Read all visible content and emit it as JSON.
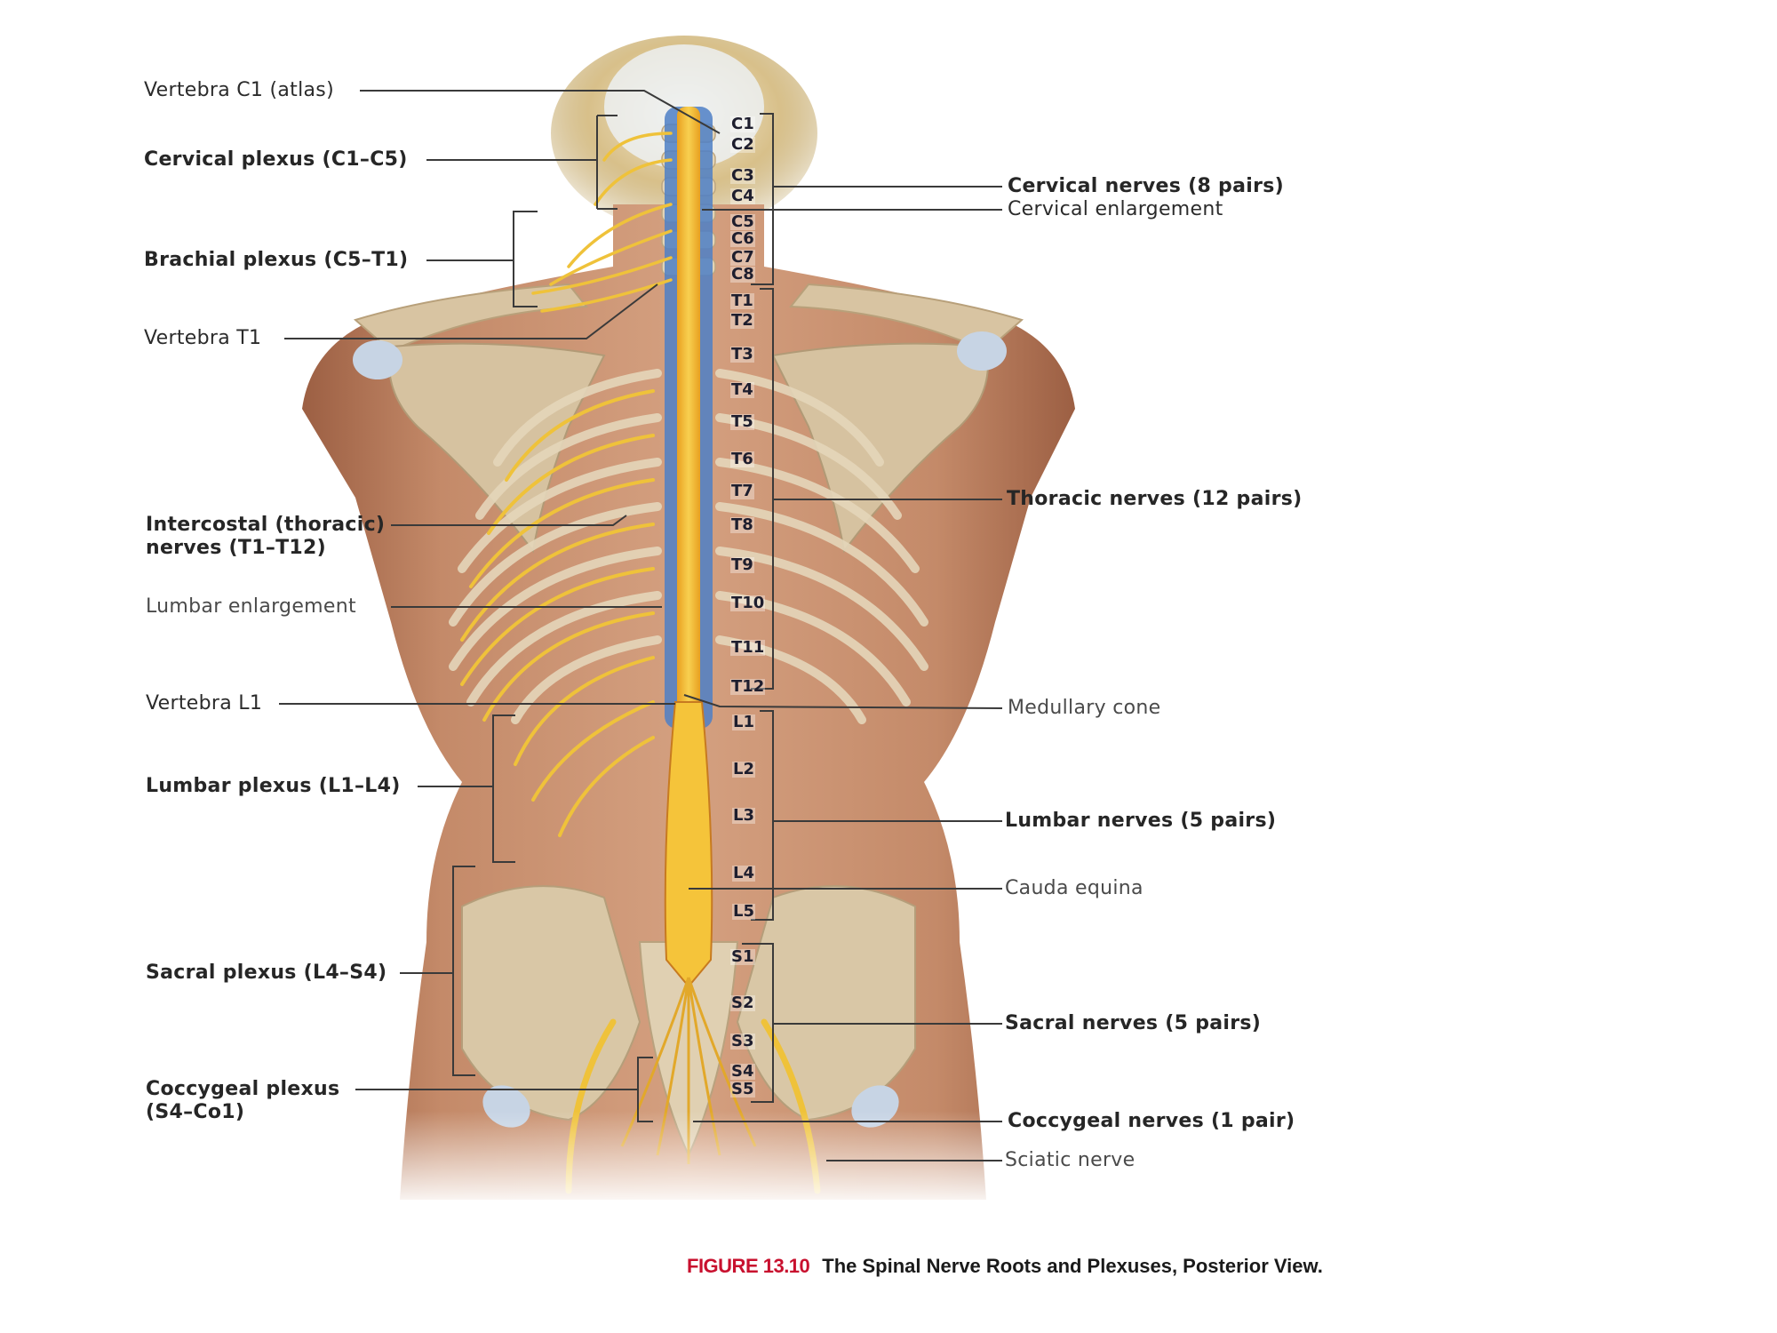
{
  "figure": {
    "number": "FIGURE 13.10",
    "title": "The Spinal Nerve Roots and Plexuses, Posterior View.",
    "number_color": "#c8102e"
  },
  "left_labels": [
    {
      "id": "vertebra-c1",
      "text": "Vertebra C1 (atlas)",
      "weight": "normal"
    },
    {
      "id": "cervical-plexus",
      "text": "Cervical plexus (C1–C5)",
      "weight": "bold"
    },
    {
      "id": "brachial-plexus",
      "text": "Brachial plexus (C5–T1)",
      "weight": "bold"
    },
    {
      "id": "vertebra-t1",
      "text": "Vertebra T1",
      "weight": "normal"
    },
    {
      "id": "intercostal-nerves",
      "text": "Intercostal (thoracic)",
      "text2": "nerves (T1–T12)",
      "weight": "bold"
    },
    {
      "id": "lumbar-enlargement",
      "text": "Lumbar enlargement",
      "weight": "normal"
    },
    {
      "id": "vertebra-l1",
      "text": "Vertebra L1",
      "weight": "normal"
    },
    {
      "id": "lumbar-plexus",
      "text": "Lumbar plexus (L1–L4)",
      "weight": "bold"
    },
    {
      "id": "sacral-plexus",
      "text": "Sacral plexus (L4–S4)",
      "weight": "bold"
    },
    {
      "id": "coccygeal-plexus",
      "text": "Coccygeal plexus",
      "text2": "(S4–Co1)",
      "weight": "bold"
    }
  ],
  "right_labels": [
    {
      "id": "cervical-nerves",
      "text": "Cervical nerves (8 pairs)",
      "weight": "bold"
    },
    {
      "id": "cervical-enlargement",
      "text": "Cervical enlargement",
      "weight": "normal"
    },
    {
      "id": "thoracic-nerves",
      "text": "Thoracic nerves (12 pairs)",
      "weight": "bold"
    },
    {
      "id": "medullary-cone",
      "text": "Medullary cone",
      "weight": "normal"
    },
    {
      "id": "lumbar-nerves",
      "text": "Lumbar nerves (5 pairs)",
      "weight": "bold"
    },
    {
      "id": "cauda-equina",
      "text": "Cauda equina",
      "weight": "normal"
    },
    {
      "id": "sacral-nerves",
      "text": "Sacral nerves (5 pairs)",
      "weight": "bold"
    },
    {
      "id": "coccygeal-nerves",
      "text": "Coccygeal nerves (1 pair)",
      "weight": "bold"
    },
    {
      "id": "sciatic-nerve",
      "text": "Sciatic nerve",
      "weight": "normal"
    }
  ],
  "vertebra_levels": {
    "cervical": [
      "C1",
      "C2",
      "C3",
      "C4",
      "C5",
      "C6",
      "C7",
      "C8"
    ],
    "thoracic": [
      "T1",
      "T2",
      "T3",
      "T4",
      "T5",
      "T6",
      "T7",
      "T8",
      "T9",
      "T10",
      "T11",
      "T12"
    ],
    "lumbar": [
      "L1",
      "L2",
      "L3",
      "L4",
      "L5"
    ],
    "sacral": [
      "S1",
      "S2",
      "S3",
      "S4",
      "S5"
    ]
  },
  "colors": {
    "skin": "#c98f6c",
    "skin_dark": "#a86a4c",
    "bone": "#d9c8a8",
    "nerve": "#f2c230",
    "spinal_cord": "#f0b830",
    "meninges_blue": "#4a78c0",
    "hair": "#b89a55",
    "leader_line": "#3a3a3a"
  }
}
